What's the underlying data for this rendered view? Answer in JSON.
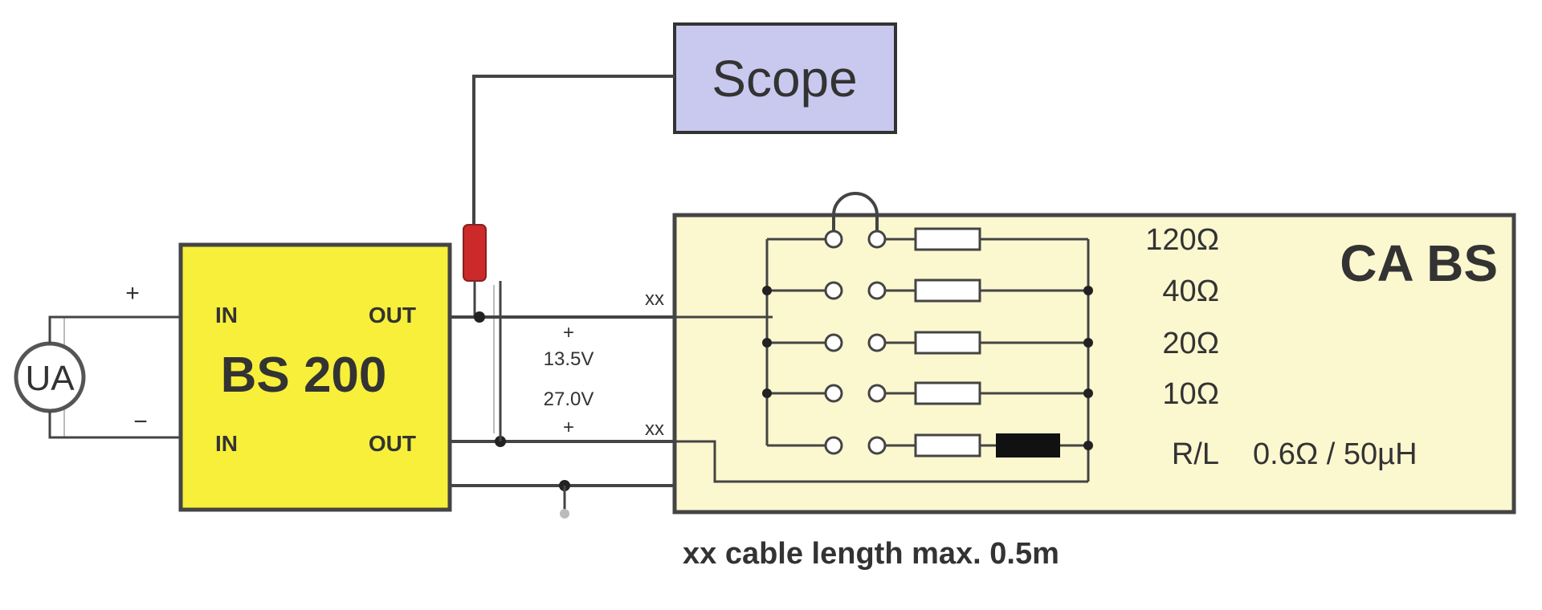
{
  "scope": {
    "label": "Scope",
    "fill": "#c9c9ef"
  },
  "bs200": {
    "title": "BS 200",
    "in_top": "IN",
    "out_top": "OUT",
    "in_bottom": "IN",
    "out_bottom": "OUT",
    "fill": "#f7ef3a"
  },
  "source": {
    "label": "UA",
    "plus": "+",
    "minus": "−"
  },
  "voltage": {
    "plus_top": "+",
    "v1": "13.5V",
    "v2": "27.0V",
    "plus_bottom": "+"
  },
  "cable_marks": {
    "top": "xx",
    "bottom": "xx"
  },
  "cabs": {
    "title": "CA BS",
    "fill": "#fbf7cf",
    "loads": [
      {
        "label": "120Ω"
      },
      {
        "label": "40Ω"
      },
      {
        "label": "20Ω"
      },
      {
        "label": "10Ω"
      },
      {
        "label": "R/L"
      }
    ],
    "rl_value": "0.6Ω / 50µH"
  },
  "probe": {
    "fill": "#cc2a2a"
  },
  "footnote": "xx cable length max. 0.5m"
}
